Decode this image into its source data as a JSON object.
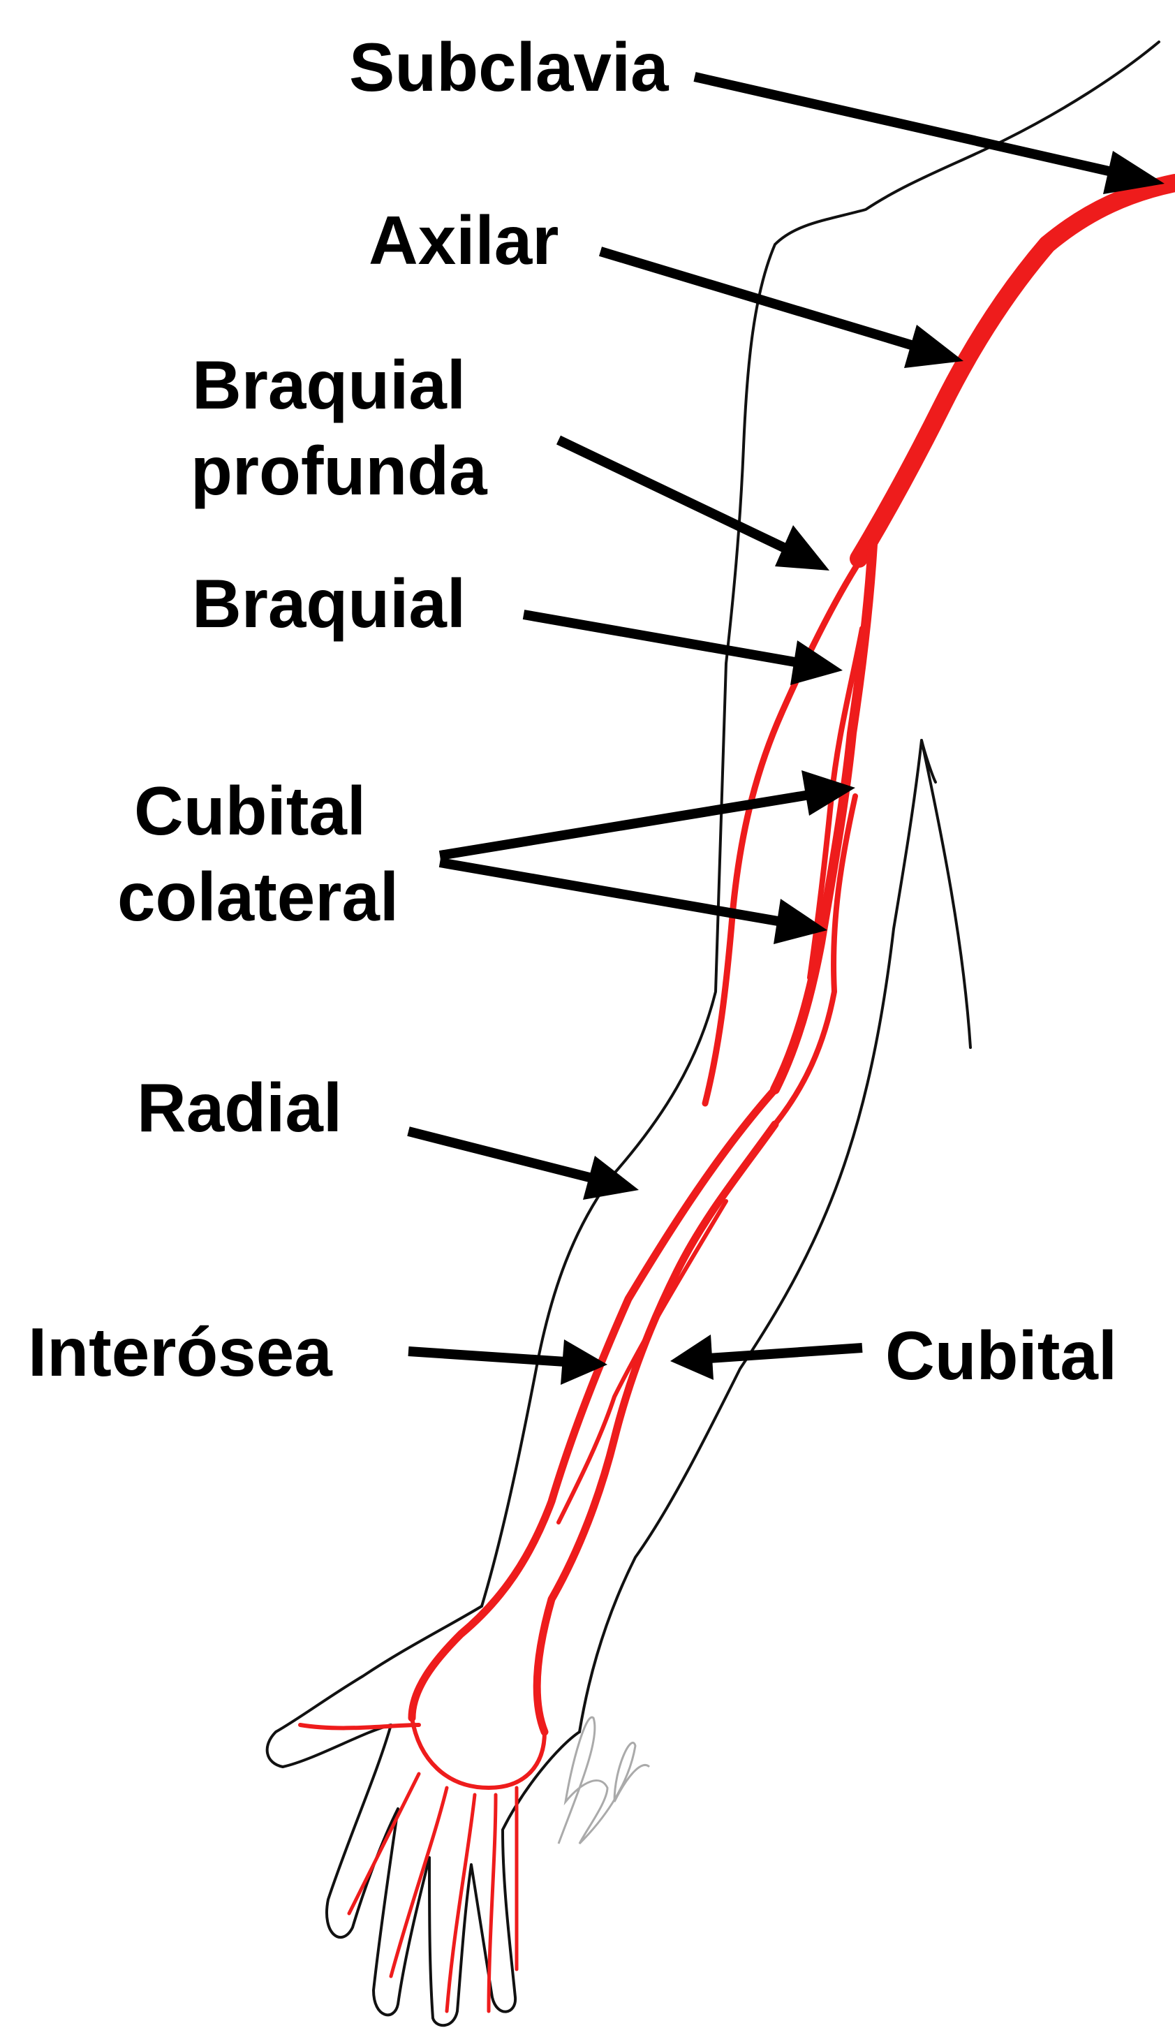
{
  "labels": {
    "subclavia": "Subclavia",
    "axilar": "Axilar",
    "braquial_profunda_1": "Braquial",
    "braquial_profunda_2": "profunda",
    "braquial": "Braquial",
    "cubital_colateral_1": "Cubital",
    "cubital_colateral_2": "colateral",
    "radial": "Radial",
    "interosea": "Interósea",
    "cubital": "Cubital"
  },
  "colors": {
    "artery": "#ee1c1c",
    "outline": "#111111",
    "arrow": "#000000",
    "signature": "#aaaaaa"
  },
  "signature_icon": "artist-signature"
}
